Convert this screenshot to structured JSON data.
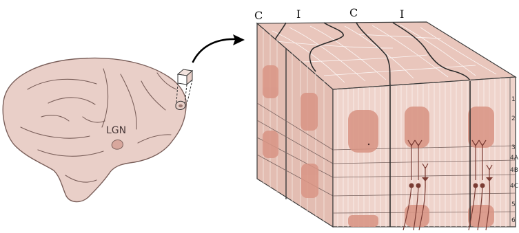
{
  "labels": {
    "lgn": "LGN",
    "columns_top": [
      "C",
      "I",
      "C",
      "I"
    ],
    "layers": [
      "1",
      "2",
      "3",
      "4A",
      "4B",
      "4C",
      "5",
      "6"
    ]
  },
  "colors": {
    "brain_fill": "#e9cfc8",
    "brain_stroke": "#7a5f5a",
    "block_front": "#efd4cc",
    "block_side": "#e3bdb2",
    "block_top": "#e9c6bc",
    "blob": "#d99585",
    "border_dark": "#2b2b2b"
  }
}
